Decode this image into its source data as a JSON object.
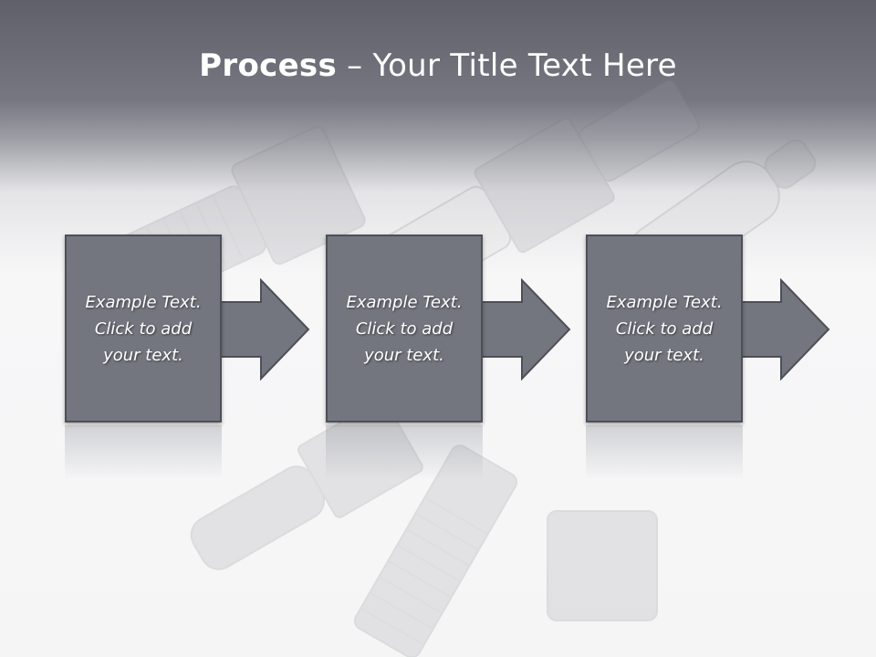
{
  "slide": {
    "title_strong": "Process",
    "title_rest": " – Your Title Text Here"
  },
  "steps": [
    {
      "line1": "Example Text.",
      "line2": "Click  to add",
      "line3": "your text."
    },
    {
      "line1": "Example Text.",
      "line2": "Click  to add",
      "line3": "your text."
    },
    {
      "line1": "Example Text.",
      "line2": "Click  to add",
      "line3": "your text."
    }
  ],
  "colors": {
    "header": "#6a6b74",
    "box_fill": "#74767f",
    "box_border": "#4e5058"
  },
  "background_image": "spark-plugs-photo"
}
